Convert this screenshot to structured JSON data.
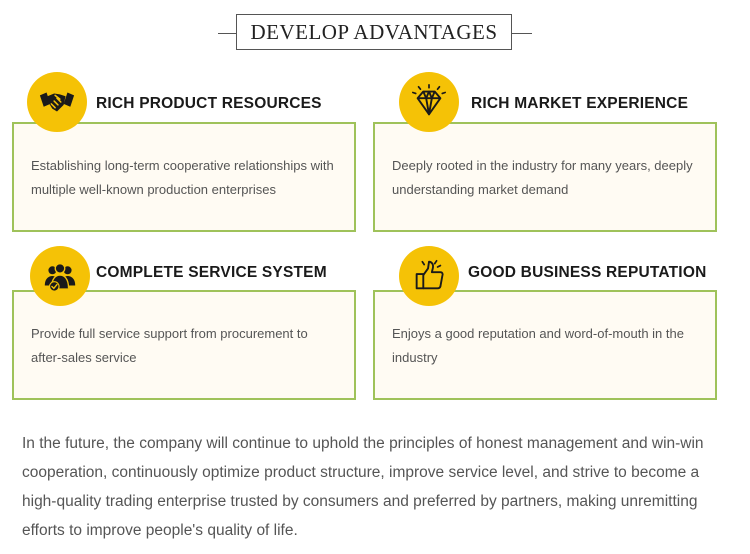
{
  "header": {
    "title": "DEVELOP ADVANTAGES"
  },
  "cards": [
    {
      "title": "RICH PRODUCT RESOURCES",
      "icon": "handshake-icon",
      "text": "Establishing long-term cooperative relationships with multiple well-known production enterprises"
    },
    {
      "title": "RICH MARKET EXPERIENCE",
      "icon": "diamond-icon",
      "text": "Deeply rooted in the industry for many years, deeply understanding market demand"
    },
    {
      "title": "COMPLETE SERVICE SYSTEM",
      "icon": "team-icon",
      "text": "Provide full service support from procurement to after-sales service"
    },
    {
      "title": "GOOD BUSINESS REPUTATION",
      "icon": "thumbs-up-icon",
      "text": "Enjoys a good reputation and word-of-mouth in the industry"
    }
  ],
  "footer": {
    "text": "In the future, the company will continue to uphold the principles of honest management and win-win cooperation, continuously optimize product structure, improve service level, and strive to become a high-quality trading enterprise trusted by consumers and preferred by partners, making unremitting efforts to improve people's quality of life."
  },
  "colors": {
    "accent_yellow": "#f5c206",
    "card_border_green": "#9fc25a",
    "card_background": "#fffbf3",
    "body_text": "#555555"
  }
}
